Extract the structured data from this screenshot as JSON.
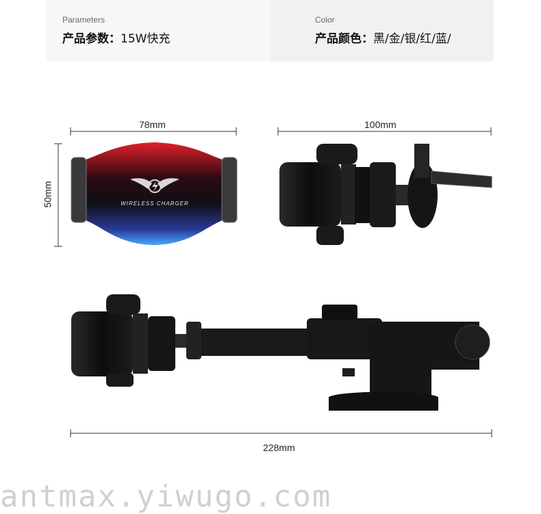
{
  "specs": {
    "parameters": {
      "label": "Parameters",
      "key": "产品参数：",
      "value": "15W快充"
    },
    "color": {
      "label": "Color",
      "key": "产品颜色：",
      "value": "黑/金/银/红/蓝/"
    }
  },
  "dimensions": {
    "width_top": "78mm",
    "height_left": "50mm",
    "depth_side": "100mm",
    "length_full": "228mm"
  },
  "product": {
    "logo_text": "WIRELESS CHARGER"
  },
  "watermark": "antmax.yiwugo.com"
}
